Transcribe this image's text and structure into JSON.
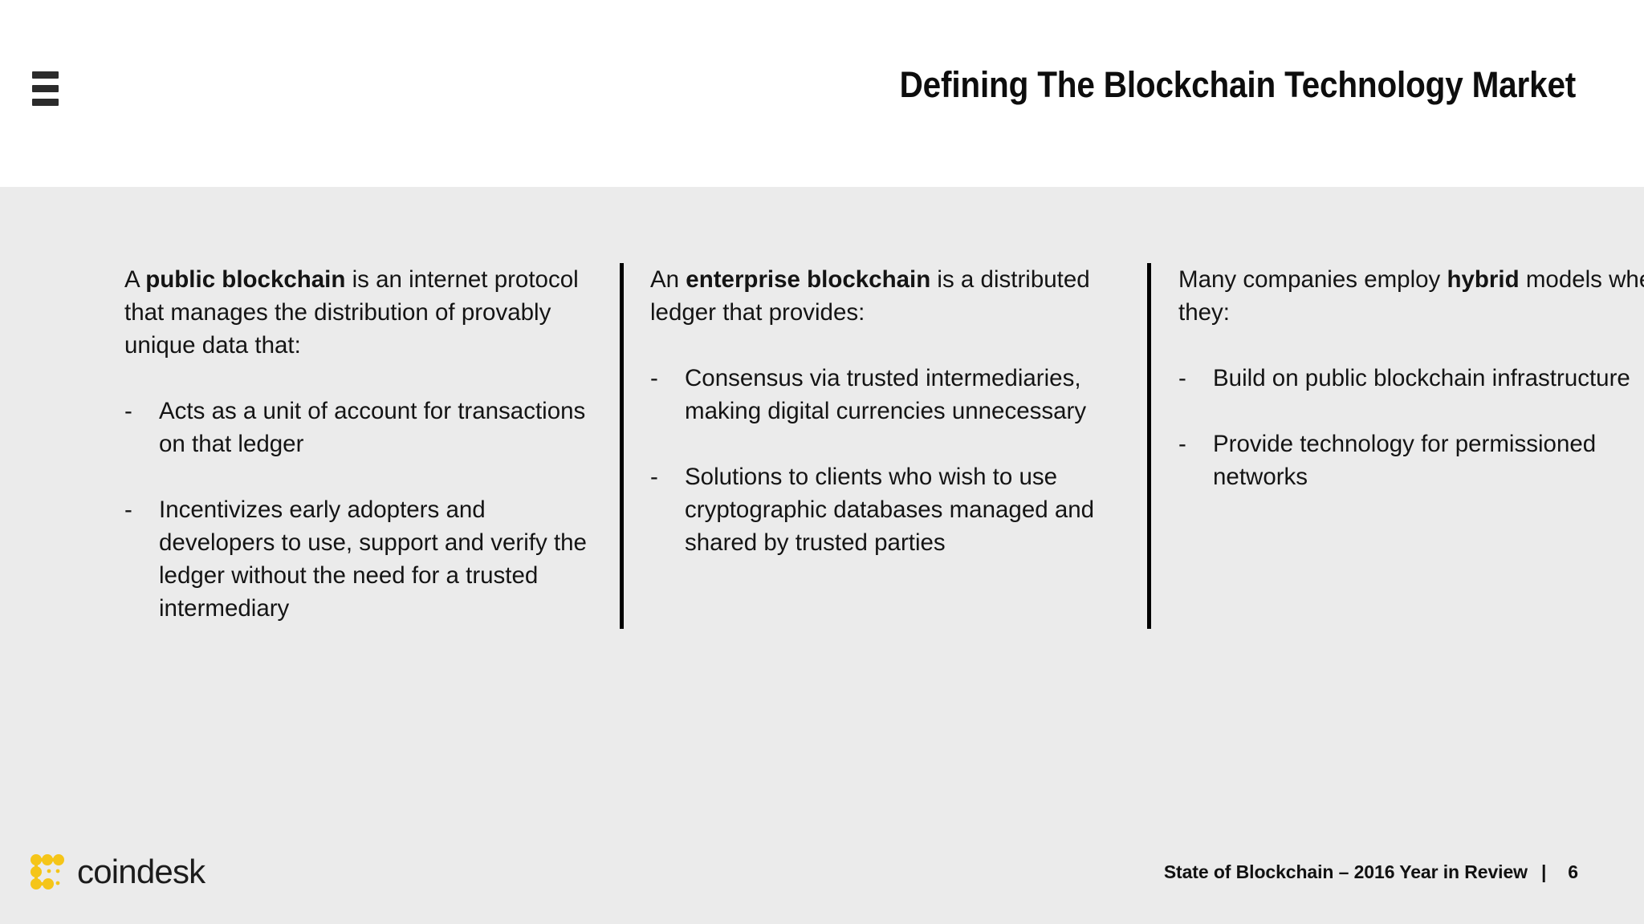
{
  "header": {
    "menu_icon": "hamburger-icon",
    "title": "Defining The Blockchain Technology Market"
  },
  "columns": [
    {
      "id": "public-blockchain",
      "intro_before": "A ",
      "intro_bold": "public blockchain",
      "intro_after": " is an internet protocol that manages the distribution of provably unique data that:",
      "intro_plain": "A public blockchain is an internet protocol that manages the distribution of provably unique data that:",
      "bullet_marker": "-",
      "bullets": [
        "Acts as a unit of account for transactions on that ledger",
        "Incentivizes early adopters and developers to use, support and verify the ledger without the need for a trusted intermediary"
      ]
    },
    {
      "id": "enterprise-blockchain",
      "intro_before": "An ",
      "intro_bold": "enterprise blockchain",
      "intro_after": " is a distributed ledger that provides:",
      "intro_plain": "An enterprise blockchain is a distributed ledger that provides:",
      "bullet_marker": "-",
      "bullets": [
        "Consensus via trusted intermediaries, making digital currencies unnecessary",
        "Solutions to clients who wish to use cryptographic databases managed and shared by trusted parties"
      ]
    },
    {
      "id": "hybrid-models",
      "intro_before": "Many companies employ ",
      "intro_bold": "hybrid",
      "intro_after": " models where they:",
      "intro_plain": "Many companies employ hybrid models where they:",
      "bullet_marker": "-",
      "bullets": [
        "Build on public blockchain infrastructure",
        "Provide technology for permissioned networks"
      ]
    }
  ],
  "footer": {
    "logo_mark": "coindesk-node-graph-icon",
    "logo_text": "coindesk",
    "report_title": "State of Blockchain – 2016 Year in Review",
    "separator": "|",
    "page_number": "6"
  },
  "colors": {
    "header_background": "#ffffff",
    "body_background": "#ebebeb",
    "text": "#141414",
    "divider": "#000000",
    "logo_gold": "#f5c518"
  }
}
